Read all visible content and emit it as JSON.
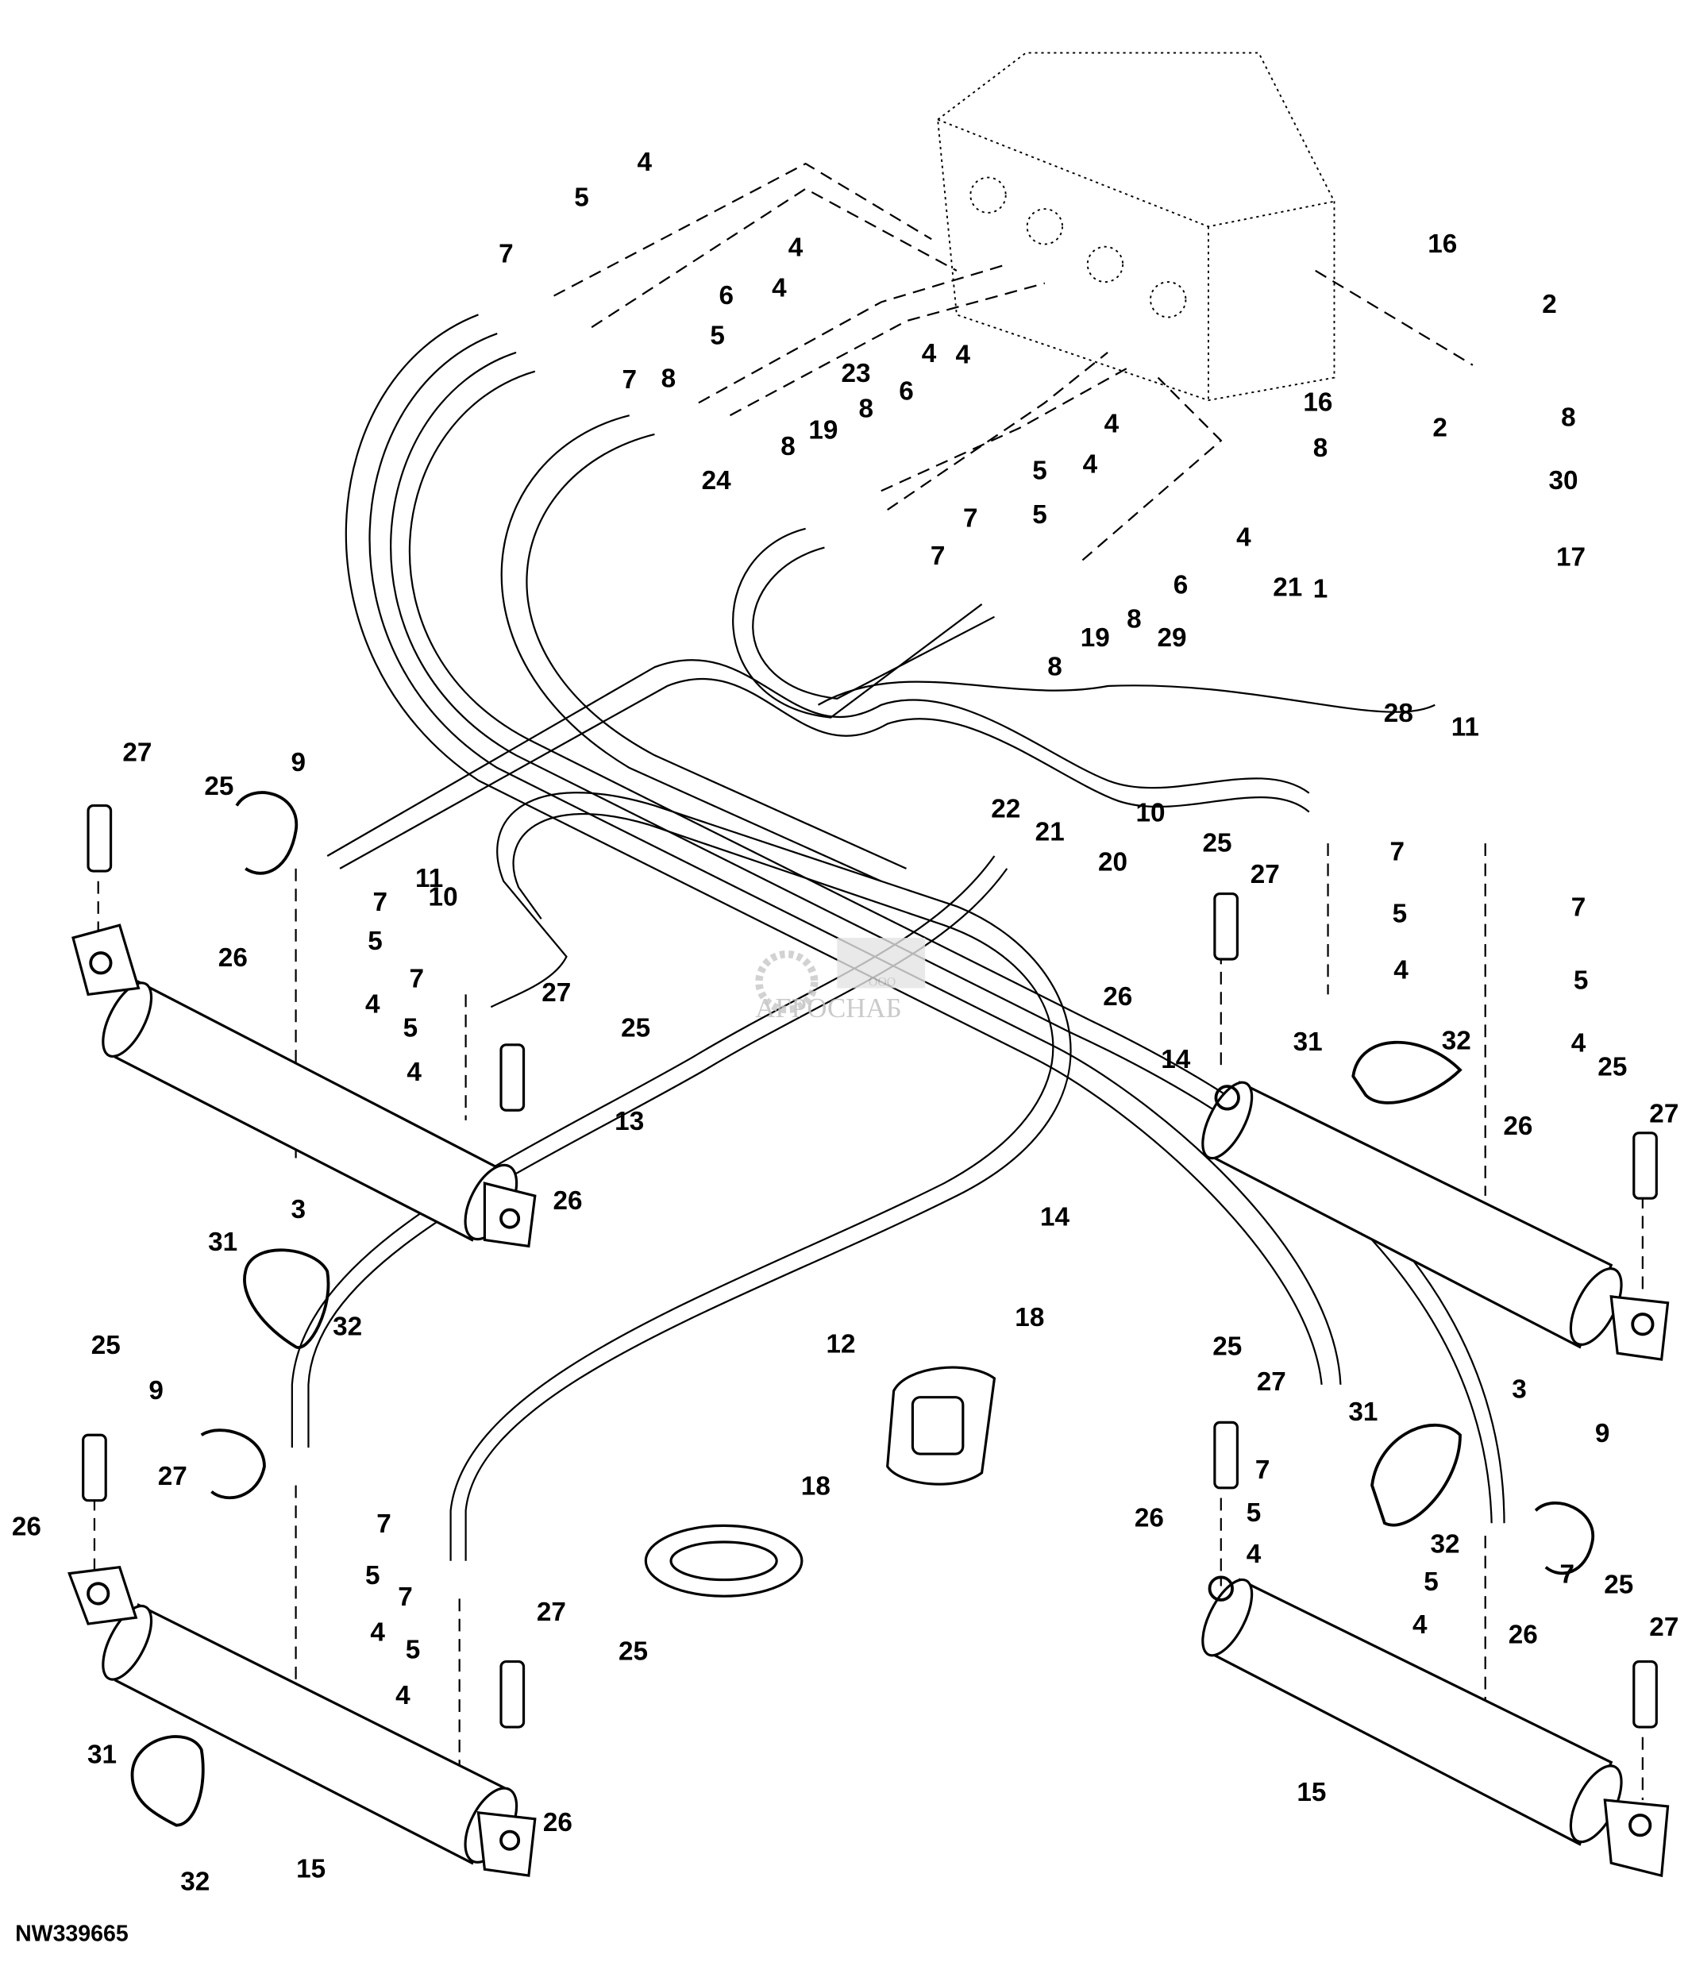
{
  "figure_id": "NW339665",
  "watermark": {
    "prefix": "ООО",
    "brand": "АГРОСНАБ"
  },
  "callouts": [
    "4",
    "5",
    "7",
    "4",
    "5",
    "7",
    "4",
    "6",
    "4",
    "8",
    "23",
    "24",
    "4",
    "8",
    "6",
    "19",
    "8",
    "4",
    "4",
    "5",
    "7",
    "7",
    "5",
    "6",
    "8",
    "19",
    "8",
    "4",
    "16",
    "2",
    "16",
    "2",
    "8",
    "8",
    "30",
    "1",
    "17",
    "21",
    "29",
    "28",
    "11",
    "10",
    "22",
    "21",
    "20",
    "25",
    "27",
    "7",
    "5",
    "4",
    "7",
    "5",
    "4",
    "26",
    "31",
    "32",
    "25",
    "26",
    "27",
    "14",
    "14",
    "3",
    "27",
    "25",
    "9",
    "11",
    "7",
    "5",
    "4",
    "26",
    "10",
    "7",
    "5",
    "4",
    "27",
    "25",
    "13",
    "26",
    "3",
    "31",
    "32",
    "12",
    "18",
    "18",
    "25",
    "9",
    "27",
    "26",
    "7",
    "5",
    "4",
    "7",
    "5",
    "4",
    "27",
    "25",
    "26",
    "31",
    "32",
    "15",
    "25",
    "27",
    "31",
    "7",
    "5",
    "4",
    "26",
    "32",
    "9",
    "5",
    "7",
    "25",
    "4",
    "26",
    "27",
    "15"
  ]
}
